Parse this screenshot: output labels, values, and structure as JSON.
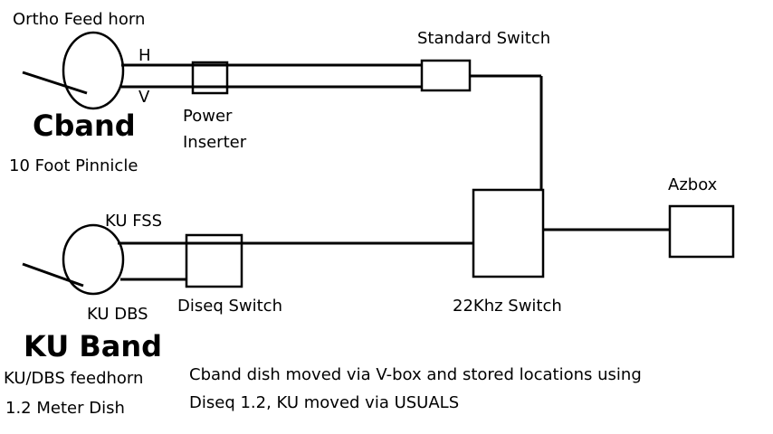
{
  "labels": {
    "ortho_feed_horn": "Ortho Feed horn",
    "h": "H",
    "v": "V",
    "cband": "Cband",
    "ten_foot": "10 Foot Pinnicle",
    "power_line1": "Power",
    "power_line2": "Inserter",
    "standard_switch": "Standard Switch",
    "azbox": "Azbox",
    "ku_fss": "KU FSS",
    "ku_dbs": "KU DBS",
    "diseq_switch": "Diseq Switch",
    "switch_22khz": "22Khz Switch",
    "ku_band": "KU Band",
    "feedhorn_note": "KU/DBS feedhorn",
    "dish_size": "1.2 Meter Dish",
    "note_line1": "Cband dish moved via V-box and stored locations using",
    "note_line2": "Diseq 1.2,  KU moved via USUALS"
  }
}
